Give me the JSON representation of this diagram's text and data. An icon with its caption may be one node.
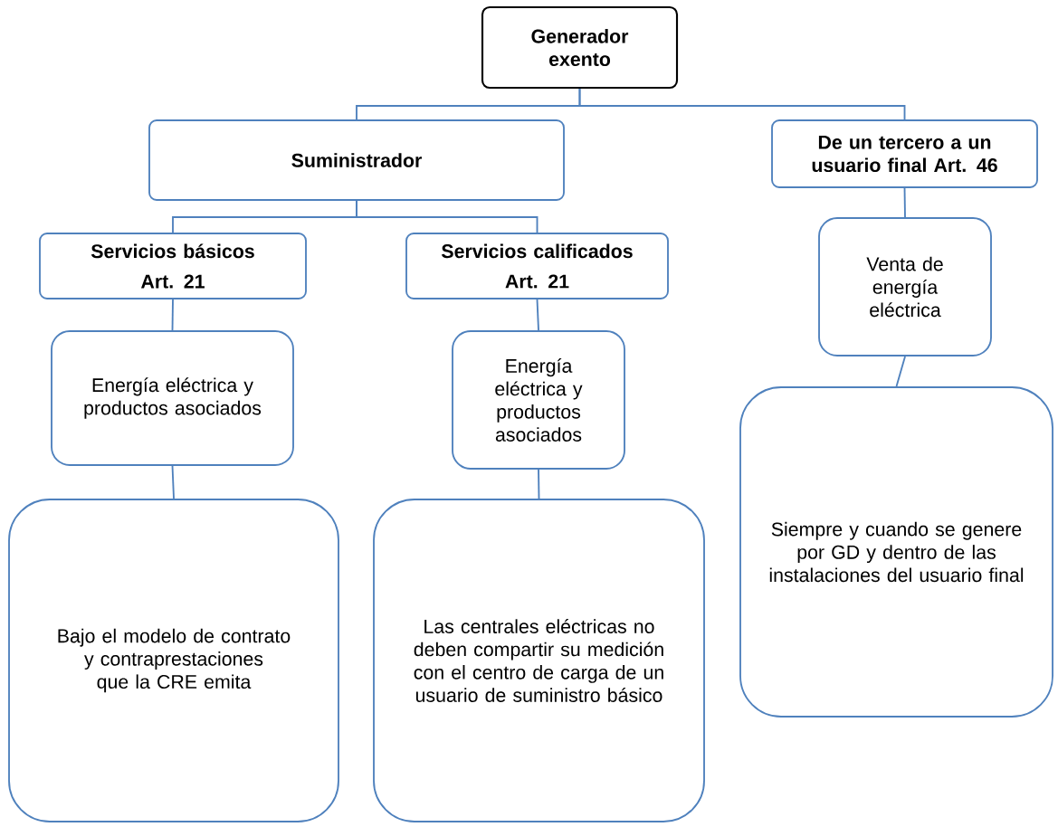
{
  "diagram": {
    "nodes": [
      {
        "text": [
          "Generador exento"
        ]
      },
      {
        "text": [
          "Suministrador"
        ]
      },
      {
        "text": [
          "De un tercero a un usuario final Art. 46"
        ]
      },
      {
        "text": [
          "Servicios básicos",
          "Art. 21"
        ]
      },
      {
        "text": [
          "Servicios calificados",
          "Art. 21"
        ]
      },
      {
        "text": [
          "Venta de energía eléctrica"
        ]
      },
      {
        "text": [
          "Energía eléctrica y productos asociados"
        ]
      },
      {
        "text": [
          "Energía eléctrica y productos asociados"
        ]
      },
      {
        "text": [
          "Siempre y cuando se genere por GD y dentro de las instalaciones del usuario final"
        ]
      },
      {
        "text": [
          "Bajo el modelo de contrato y contraprestaciones que la CRE emita"
        ]
      },
      {
        "text": [
          "Las centrales eléctricas no deben compartir su medición con el centro de carga de un usuario de suministro básico"
        ]
      }
    ],
    "edges": [
      {
        "from": 0,
        "to": 1,
        "arrow": "none"
      },
      {
        "from": 0,
        "to": 2,
        "arrow": "none"
      },
      {
        "from": 1,
        "to": 3,
        "arrow": "none"
      },
      {
        "from": 1,
        "to": 4,
        "arrow": "none"
      },
      {
        "from": 2,
        "to": 5,
        "arrow": "none"
      },
      {
        "from": 3,
        "to": 6,
        "arrow": "none"
      },
      {
        "from": 4,
        "to": 7,
        "arrow": "none"
      },
      {
        "from": 5,
        "to": 8,
        "arrow": "none"
      },
      {
        "from": 6,
        "to": 9,
        "arrow": "none"
      },
      {
        "from": 7,
        "to": 10,
        "arrow": "none"
      }
    ]
  }
}
